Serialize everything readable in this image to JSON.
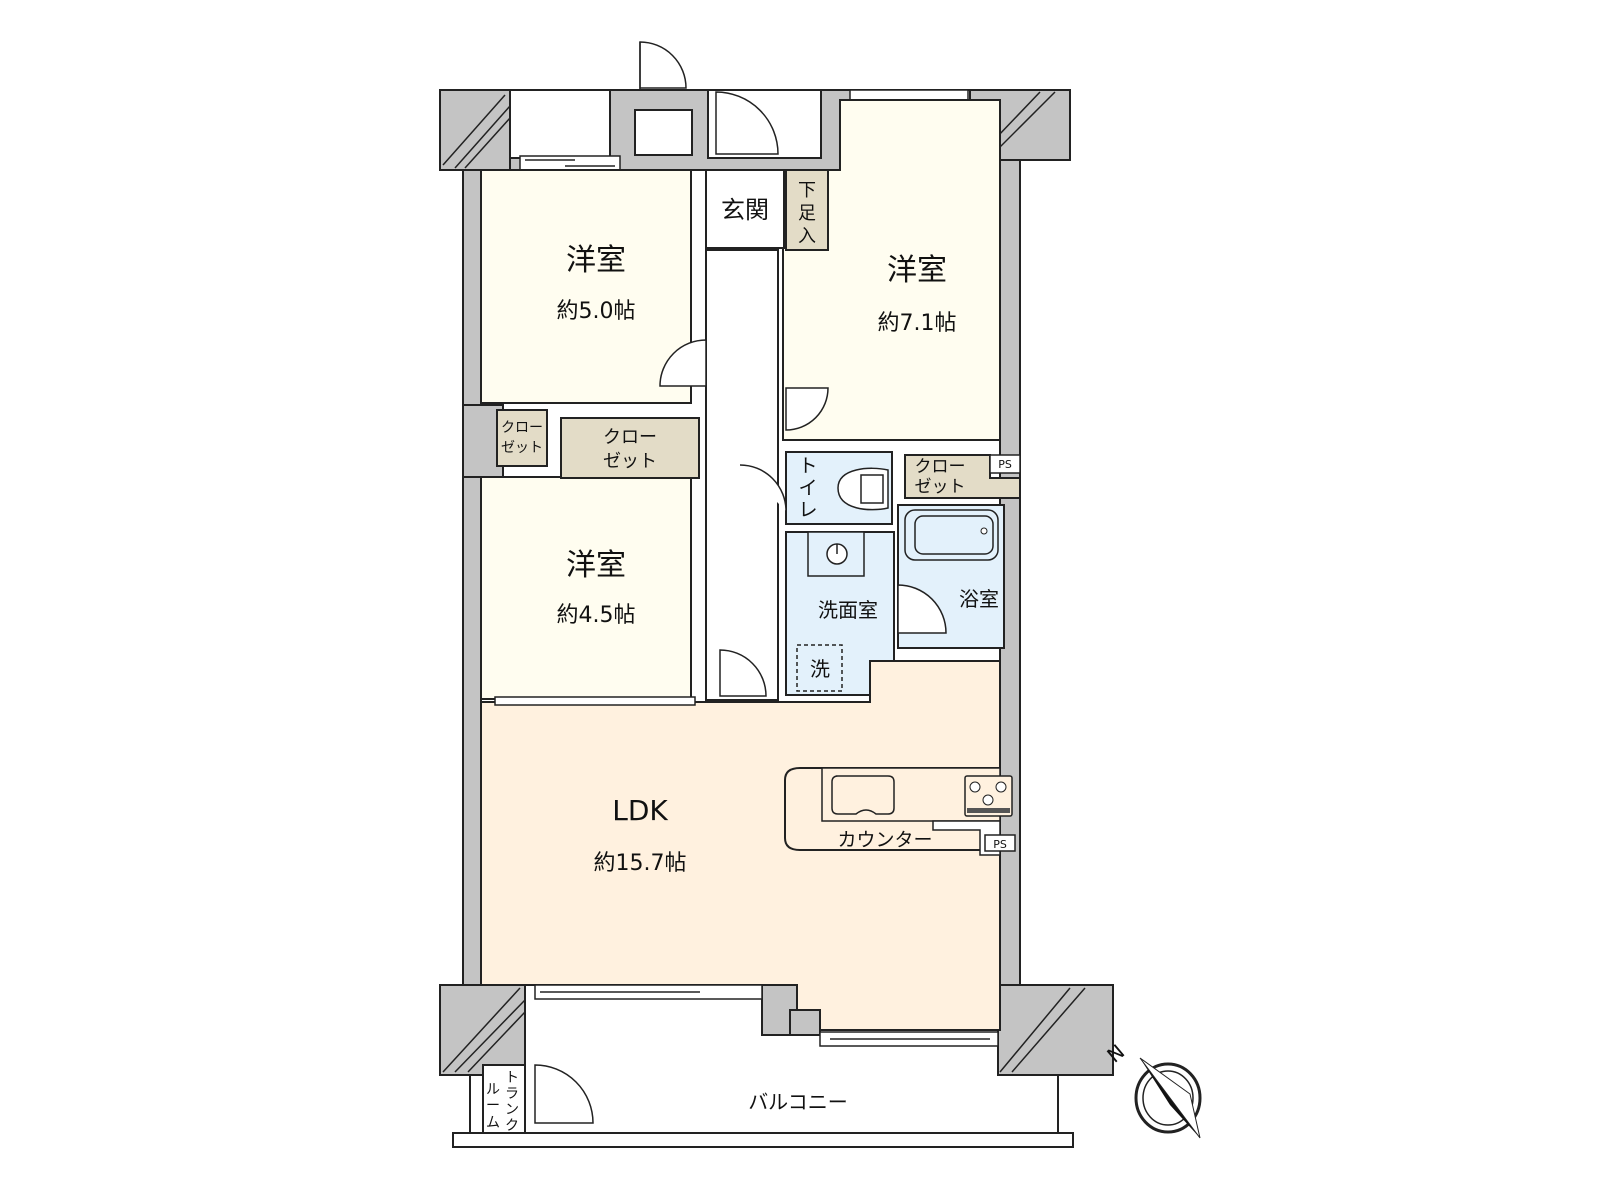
{
  "colors": {
    "wall": "#c4c4c4",
    "line": "#222222",
    "western_room": "#fffdf0",
    "ldk": "#fff1df",
    "closet": "#e3dcc7",
    "wet_area": "#e3f1fb",
    "white": "#ffffff"
  },
  "rooms": {
    "room1": {
      "name": "洋室",
      "size": "約5.0帖"
    },
    "room2": {
      "name": "洋室",
      "size": "約7.1帖"
    },
    "room3": {
      "name": "洋室",
      "size": "約4.5帖"
    },
    "ldk": {
      "name": "LDK",
      "size": "約15.7帖"
    },
    "entrance": {
      "name": "玄関"
    },
    "shoe_box": {
      "chars": [
        "下",
        "足",
        "入"
      ]
    },
    "closet_small": {
      "line1": "クロー",
      "line2": "ゼット"
    },
    "closet_mid": {
      "line1": "クロー",
      "line2": "ゼット"
    },
    "closet_right": {
      "line1": "クロー",
      "line2": "ゼット"
    },
    "toilet": {
      "chars": [
        "ト",
        "イ",
        "レ"
      ]
    },
    "washroom": {
      "name": "洗面室"
    },
    "washer": {
      "name": "洗"
    },
    "bathroom": {
      "name": "浴室"
    },
    "counter": {
      "name": "カウンター"
    },
    "ps_upper": {
      "name": "PS"
    },
    "ps_lower": {
      "name": "PS"
    },
    "balcony": {
      "name": "バルコニー"
    },
    "trunk_room": {
      "col1": [
        "ル",
        "ー",
        "ム"
      ],
      "col2": [
        "ト",
        "ラ",
        "ン",
        "ク"
      ]
    }
  },
  "compass": {
    "label": "N"
  }
}
